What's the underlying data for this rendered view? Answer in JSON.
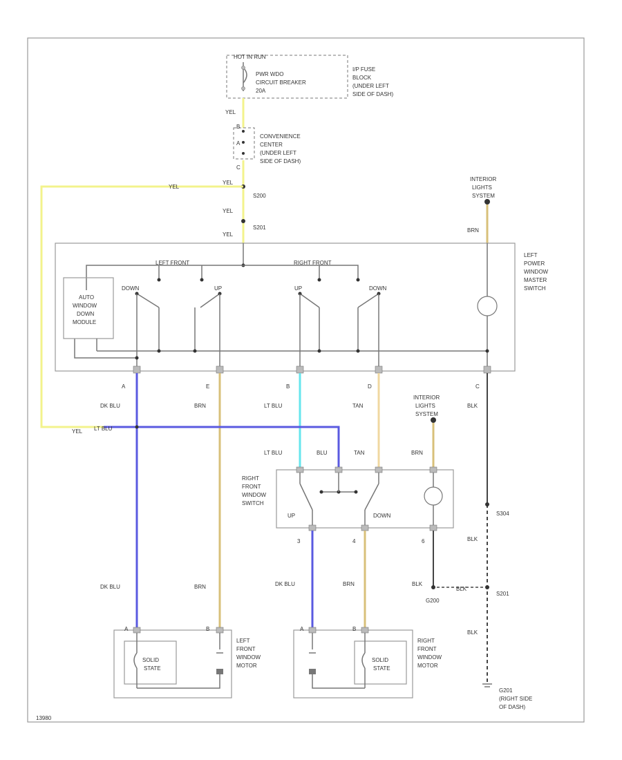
{
  "colors": {
    "yellow": "#f3f38c",
    "dark_blue": "#5a5ae0",
    "light_blue": "#66e6ee",
    "brown": "#d8c07a",
    "tan": "#f0d8a0",
    "black": "#444444",
    "frame": "#999999"
  },
  "diagram": {
    "hot_in_run": "HOT IN RUN",
    "breaker_line1": "PWR WDO",
    "breaker_line2": "CIRCUIT BREAKER",
    "breaker_line3": "20A",
    "fuse_block_line1": "I/P FUSE",
    "fuse_block_line2": "BLOCK",
    "fuse_block_line3": "(UNDER LEFT",
    "fuse_block_line4": "SIDE OF DASH)",
    "yel": "YEL",
    "conv_center_line1": "CONVENIENCE",
    "conv_center_line2": "CENTER",
    "conv_center_line3": "(UNDER LEFT",
    "conv_center_line4": "SIDE OF DASH)",
    "conv_pin_top": "B",
    "conv_pin_mid": "A",
    "conv_pin_bot": "C",
    "splice_s200": "S200",
    "splice_s201": "S201",
    "interior_lights_line1": "INTERIOR",
    "interior_lights_line2": "LIGHTS",
    "interior_lights_line3": "SYSTEM",
    "brn": "BRN",
    "master_switch_line1": "LEFT",
    "master_switch_line2": "POWER",
    "master_switch_line3": "WINDOW",
    "master_switch_line4": "MASTER",
    "master_switch_line5": "SWITCH",
    "left_front": "LEFT FRONT",
    "right_front": "RIGHT FRONT",
    "down": "DOWN",
    "up": "UP",
    "auto_module_line1": "AUTO",
    "auto_module_line2": "WINDOW",
    "auto_module_line3": "DOWN",
    "auto_module_line4": "MODULE",
    "pin_a": "A",
    "pin_e": "E",
    "pin_b": "B",
    "pin_d": "D",
    "pin_c": "C",
    "dk_blu": "DK BLU",
    "lt_blu": "LT BLU",
    "tan": "TAN",
    "blk": "BLK",
    "blu": "BLU",
    "rf_switch_line1": "RIGHT",
    "rf_switch_line2": "FRONT",
    "rf_switch_line3": "WINDOW",
    "rf_switch_line4": "SWITCH",
    "rf_pin_3": "3",
    "rf_pin_4": "4",
    "rf_pin_6": "6",
    "splice_s304": "S304",
    "splice_s201b": "S201",
    "ground_g200": "G200",
    "motor_pin_a": "A",
    "motor_pin_b": "B",
    "solid_state_line1": "SOLID",
    "solid_state_line2": "STATE",
    "lf_motor_line1": "LEFT",
    "lf_motor_line2": "FRONT",
    "lf_motor_line3": "WINDOW",
    "lf_motor_line4": "MOTOR",
    "rf_motor_line1": "RIGHT",
    "rf_motor_line2": "FRONT",
    "rf_motor_line3": "WINDOW",
    "rf_motor_line4": "MOTOR",
    "ground_g201_line1": "G201",
    "ground_g201_line2": "(RIGHT SIDE",
    "ground_g201_line3": "OF DASH)",
    "figure_id": "13980"
  }
}
